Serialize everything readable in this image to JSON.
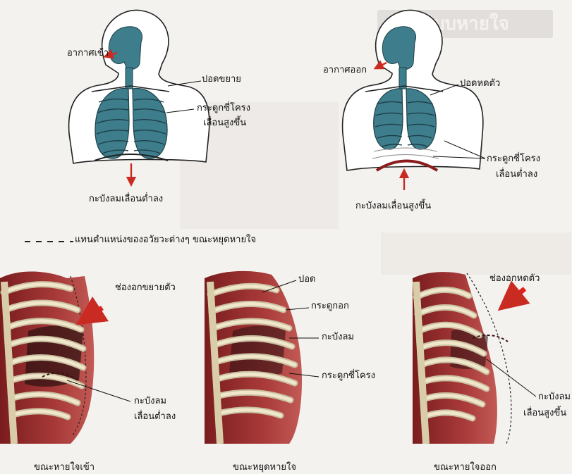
{
  "labels": {
    "inhale_air": "อากาศเข้า",
    "lungs_expand": "ปอดขยาย",
    "ribs_rise_1": "กระดูกซี่โครง",
    "ribs_rise_2": "เลื่อนสูงขึ้น",
    "diaphragm_down": "กะบังลมเลื่อนต่ำลง",
    "exhale_air": "อากาศออก",
    "lungs_contract": "ปอดหดตัว",
    "ribs_lower_1": "กระดูกซี่โครง",
    "ribs_lower_2": "เลื่อนต่ำลง",
    "diaphragm_up": "กะบังลมเลื่อนสูงขึ้น",
    "legend": "แทนตำแหน่งของอวัยวะต่างๆ ขณะหยุดหายใจ",
    "chest_expand": "ช่องอกขยายตัว",
    "diaphragm_1a": "กะบังลม",
    "diaphragm_1b": "เลื่อนต่ำลง",
    "lung": "ปอด",
    "sternum": "กระดูกอก",
    "diaphragm": "กะบังลม",
    "ribs": "กระดูกซี่โครง",
    "chest_contract": "ช่องอกหดตัว",
    "diaphragm_3a": "กะบังลม",
    "diaphragm_3b": "เลื่อนสูงขึ้น"
  },
  "captions": {
    "inhale": "ขณะหายใจเข้า",
    "pause": "ขณะหยุดหายใจ",
    "exhale": "ขณะหายใจออก"
  },
  "colors": {
    "lung": "#3e7d8c",
    "muscle": "#9e2a2b",
    "bone": "#e6dcc0",
    "arrow": "#e0211c"
  }
}
